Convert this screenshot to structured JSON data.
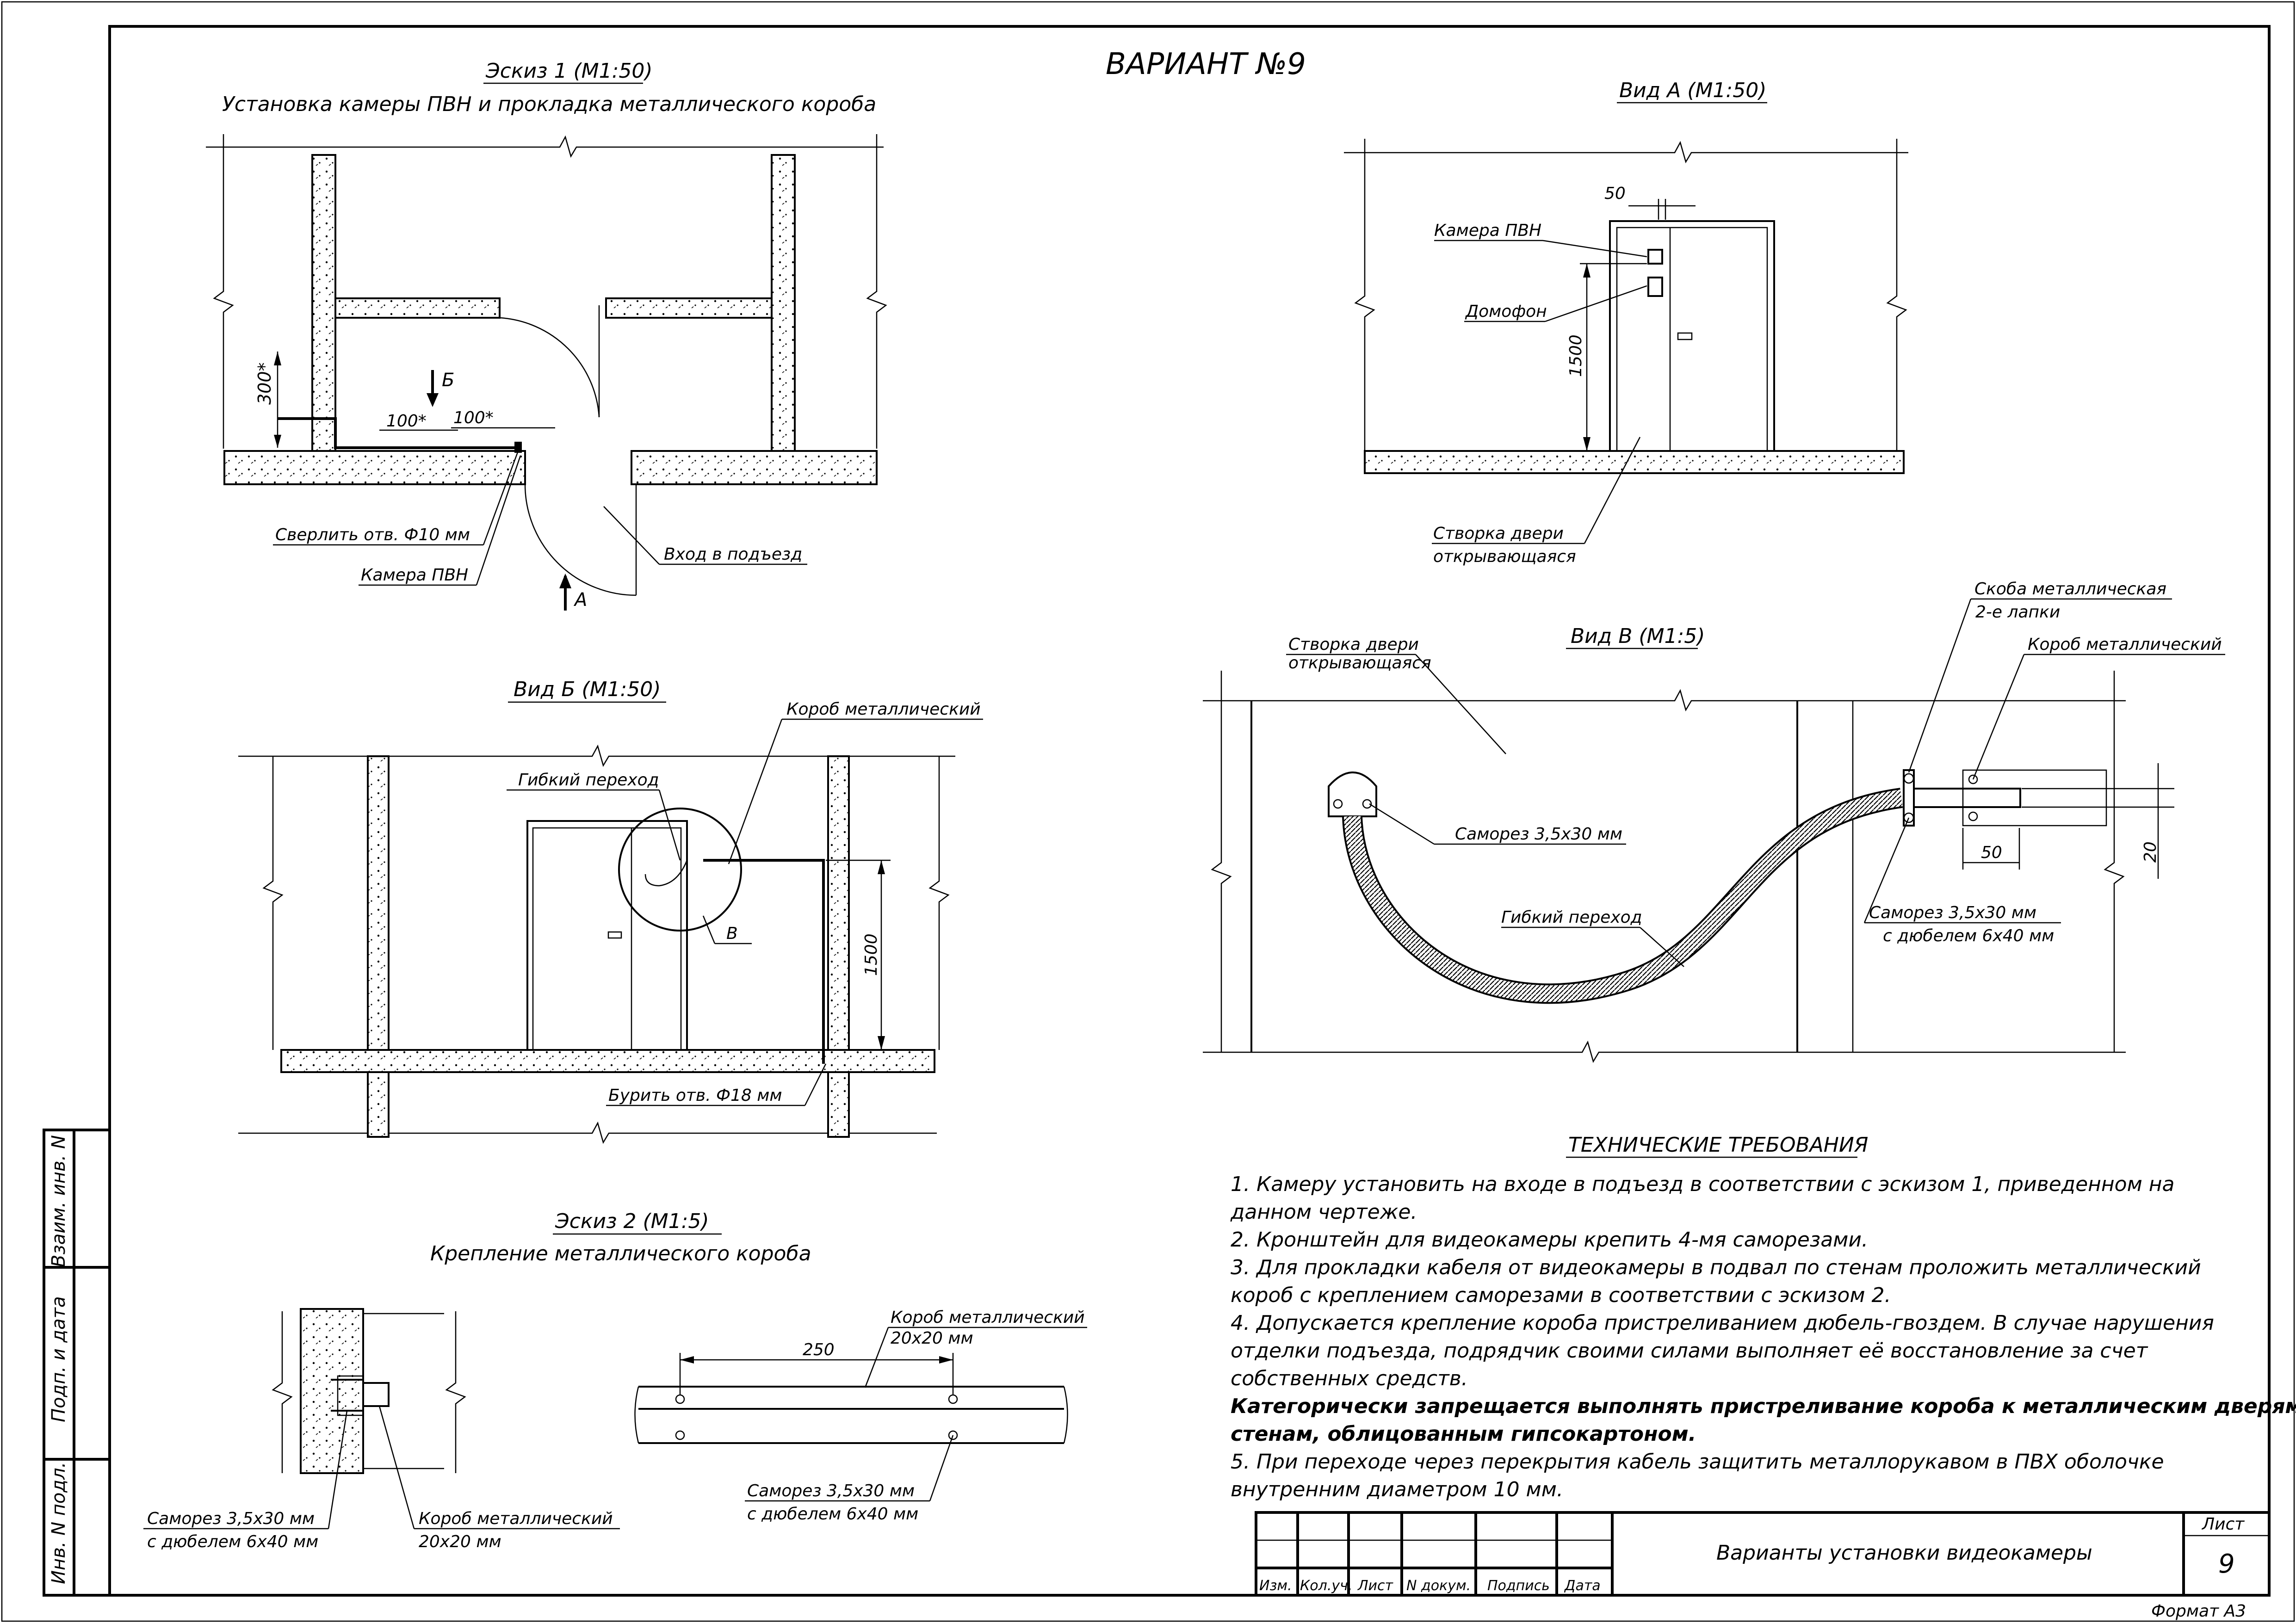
{
  "title": "ВАРИАНТ №9",
  "sketch1": {
    "heading": "Эскиз 1 (М1:50)",
    "subtitle": "Установка камеры ПВН и прокладка металлического короба",
    "dim_300": "300*",
    "dim_100a": "100*",
    "dim_100b": "100*",
    "arrow_b": "Б",
    "arrow_a": "А",
    "label_drill": "Сверлить отв. Ф10 мм",
    "label_camera": "Камера ПВН",
    "label_entrance": "Вход в подъезд"
  },
  "viewA": {
    "heading": "Вид А (М1:50)",
    "dim_50": "50",
    "dim_1500": "1500",
    "label_camera": "Камера ПВН",
    "label_intercom": "Домофон",
    "label_leaf": "Створка двери",
    "label_leaf2": "открывающаяся"
  },
  "viewB": {
    "heading": "Вид Б (М1:50)",
    "label_box": "Короб металлический",
    "label_flex": "Гибкий переход",
    "label_v": "В",
    "dim_1500": "1500",
    "label_drill": "Бурить отв. Ф18 мм"
  },
  "viewV": {
    "heading": "Вид В (М1:5)",
    "label_leaf": "Створка двери",
    "label_leaf2": "открывающаяся",
    "label_screw": "Саморез 3,5х30 мм",
    "label_flex": "Гибкий переход",
    "label_bracket": "Скоба металлическая",
    "label_bracket2": "2-е лапки",
    "label_box": "Короб металлический",
    "label_screw2": "Саморез 3,5х30 мм",
    "label_screw2b": "с дюбелем 6х40 мм",
    "dim_50": "50",
    "dim_20": "20"
  },
  "sketch2": {
    "heading": "Эскиз 2 (М1:5)",
    "subtitle": "Крепление металлического короба",
    "label_screw": "Саморез 3,5х30 мм",
    "label_screw_b": "с дюбелем 6х40 мм",
    "label_box": "Короб металлический",
    "label_box_b": "20х20 мм",
    "dim_250": "250",
    "label_box2": "Короб металлический",
    "label_box2_b": "20х20 мм",
    "label_screw2": "Саморез 3,5х30 мм",
    "label_screw2_b": "с дюбелем 6х40 мм"
  },
  "requirements": {
    "heading": "ТЕХНИЧЕСКИЕ ТРЕБОВАНИЯ",
    "lines": [
      "1. Камеру установить на входе в подъезд в соответствии с эскизом 1, приведенном на",
      "данном чертеже.",
      "2. Кронштейн для видеокамеры крепить 4-мя саморезами.",
      "3. Для прокладки кабеля от видеокамеры в подвал по стенам проложить металлический",
      "короб с креплением саморезами в соответствии с эскизом 2.",
      "4. Допускается крепление короба пристреливанием дюбель-гвоздем. В случае нарушения",
      "отделки подъезда, подрядчик своими силами выполняет её восстановление за счет",
      "собственных средств."
    ],
    "bold_lines": [
      "Категорически запрещается выполнять пристреливание короба к металлическим дверям и",
      "стенам, облицованным гипсокартоном."
    ],
    "tail_lines": [
      "5. При переходе через перекрытия кабель защитить металлорукавом в ПВХ оболочке",
      "внутренним диаметром 10 мм."
    ]
  },
  "stamp": {
    "title": "Варианты установки видеокамеры",
    "sheet_label": "Лист",
    "sheet_number": "9",
    "cols": [
      "Изм.",
      "Кол.уч.",
      "Лист",
      "N докум.",
      "Подпись",
      "Дата"
    ],
    "format": "Формат А3"
  },
  "side_stamp": [
    "Взаим. инв. N",
    "Подп. и дата",
    "Инв. N подл."
  ]
}
